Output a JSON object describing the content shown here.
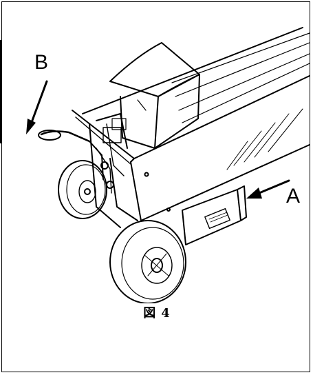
{
  "figure": {
    "label_a": "A",
    "label_b": "B",
    "caption_prefix": "図",
    "caption_number": "4"
  }
}
